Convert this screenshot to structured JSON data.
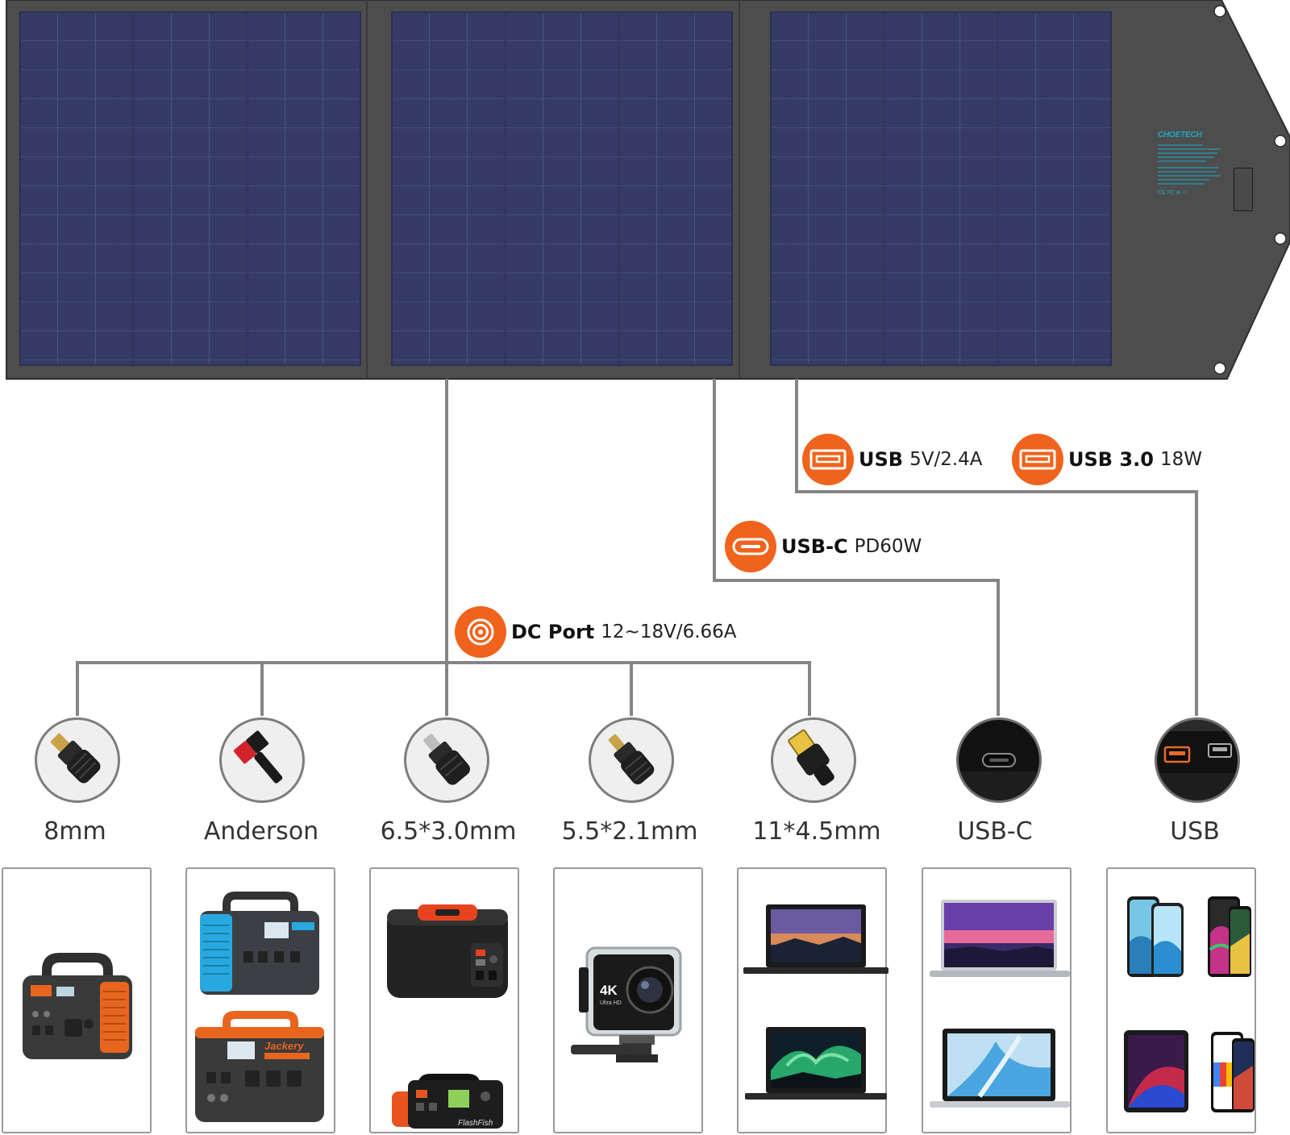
{
  "brand": {
    "logo_text": "CHOETECH",
    "cert_marks": "CE FC ⊕ ♲"
  },
  "ports": {
    "dc": {
      "name": "DC Port",
      "spec": "12~18V/6.66A"
    },
    "usbc": {
      "name": "USB-C",
      "spec": "PD60W"
    },
    "usb": {
      "name": "USB",
      "spec": "5V/2.4A"
    },
    "usb3": {
      "name": "USB 3.0",
      "spec": "18W"
    }
  },
  "connectors": [
    {
      "label": "8mm"
    },
    {
      "label": "Anderson"
    },
    {
      "label": "6.5*3.0mm"
    },
    {
      "label": "5.5*2.1mm"
    },
    {
      "label": "11*4.5mm"
    },
    {
      "label": "USB-C"
    },
    {
      "label": "USB"
    }
  ],
  "devices": {
    "action_camera_text": "4K",
    "action_camera_sub": "Ultra HD",
    "power_station_brand": "Jackery",
    "flashfish_brand": "FlashFish"
  },
  "colors": {
    "accent": "#f0631c",
    "panel_frame": "#4d4d4d",
    "cell": "#363b66",
    "line": "#858585",
    "brand": "#1fa7c1"
  }
}
